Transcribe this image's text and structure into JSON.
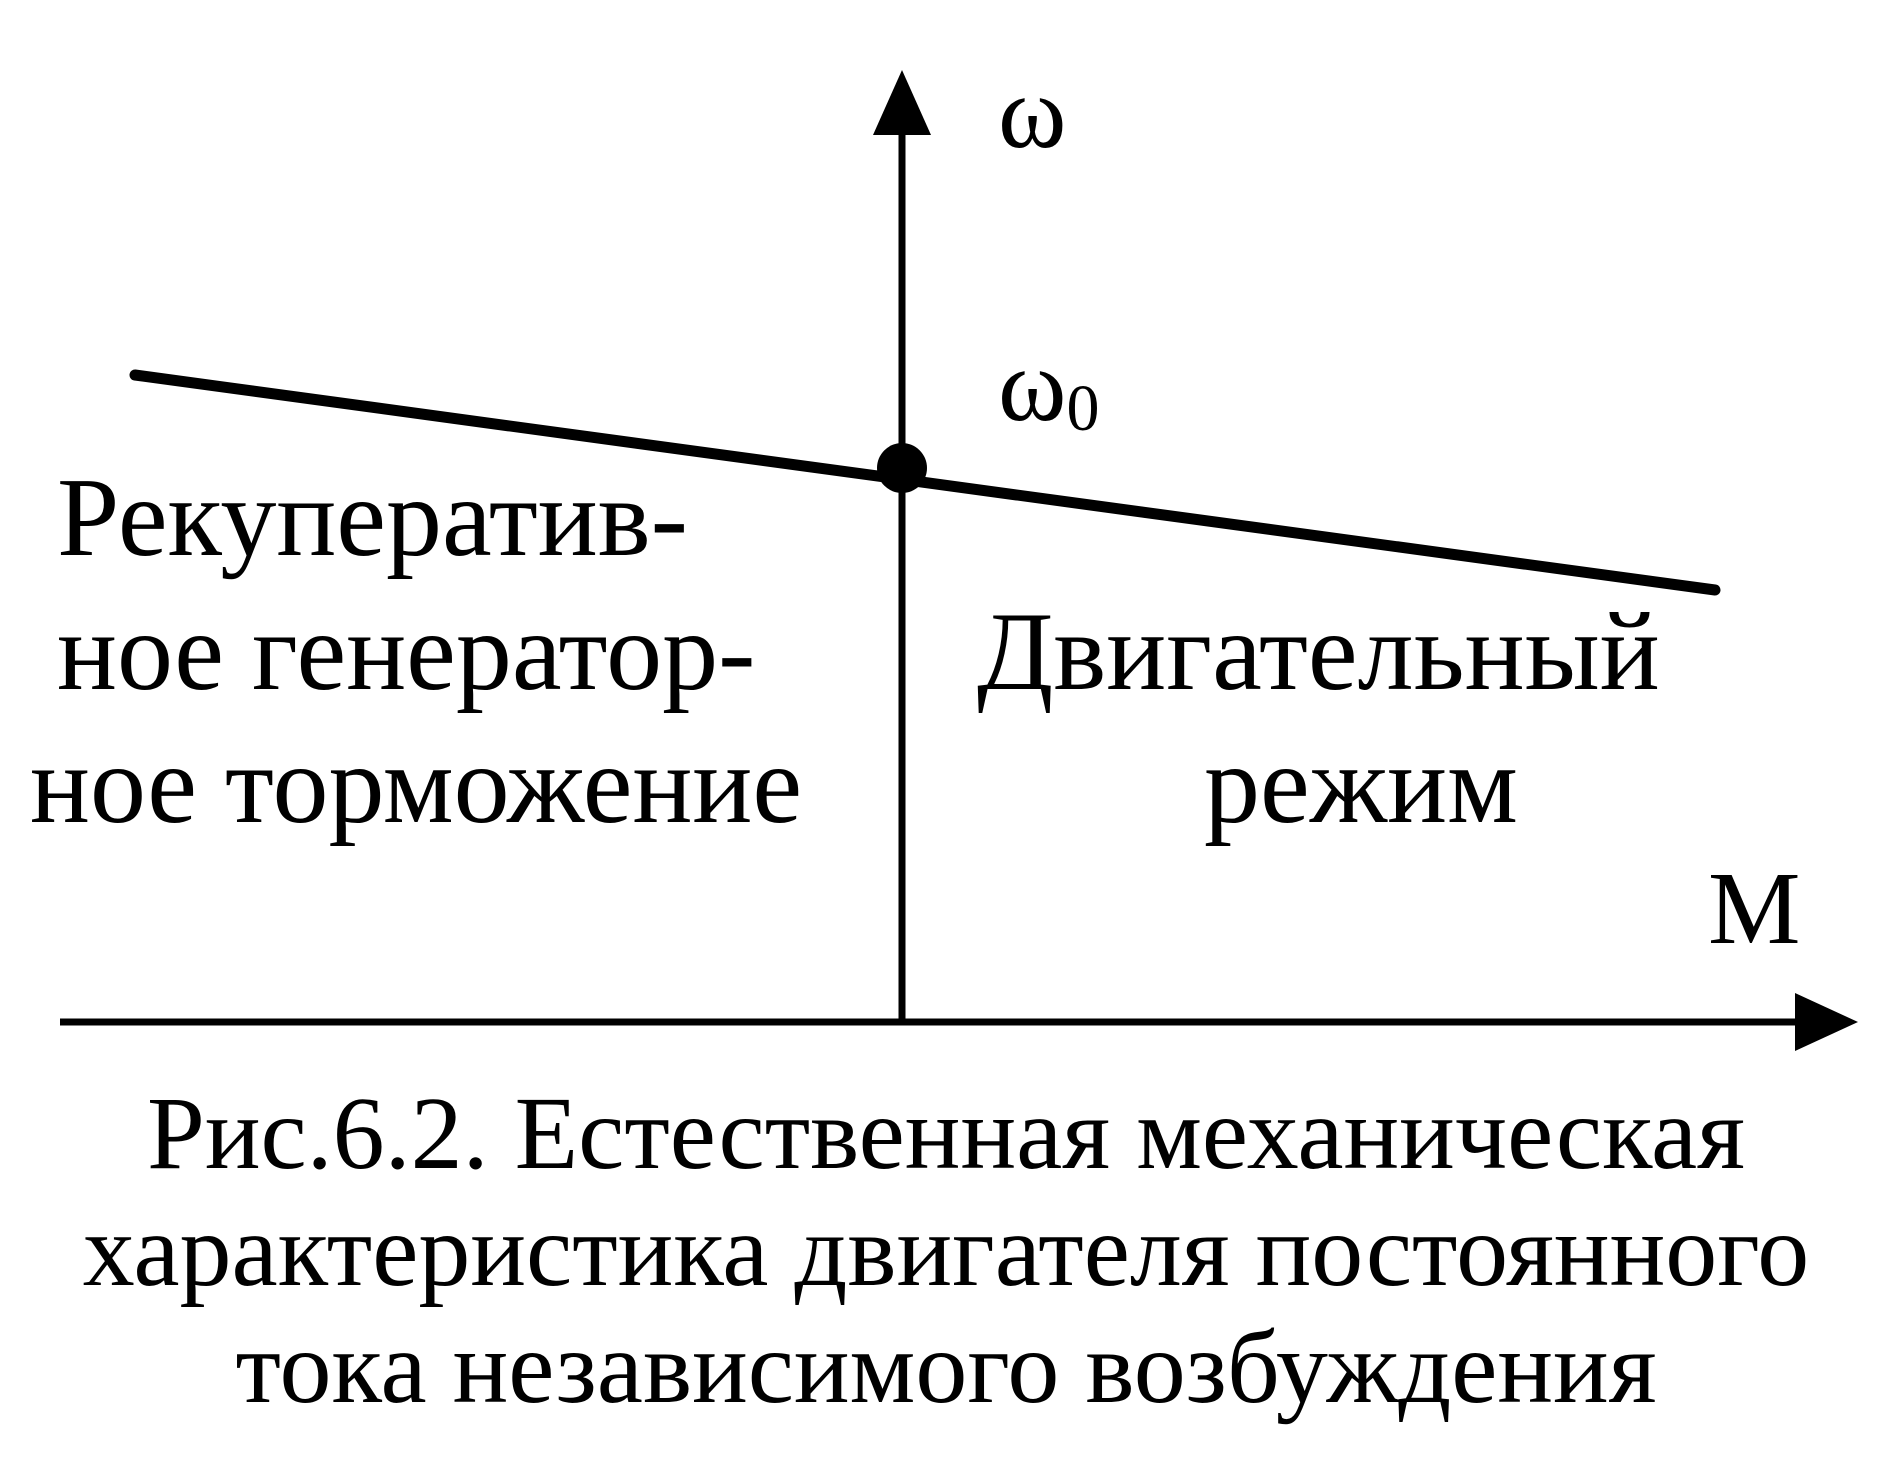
{
  "axes": {
    "y_label": "ω",
    "x_label": "M"
  },
  "point_label": {
    "main": "ω",
    "subscript": "0"
  },
  "regions": {
    "left": [
      "Рекуператив-",
      "ное генератор-",
      "ное торможение"
    ],
    "right": [
      "Двигательный",
      "режим"
    ]
  },
  "caption": [
    "Рис.6.2. Естественная механическая",
    "характеристика двигателя постоянного",
    "тока независимого возбуждения"
  ],
  "colors": {
    "ink": "#000000",
    "background": "#ffffff"
  }
}
